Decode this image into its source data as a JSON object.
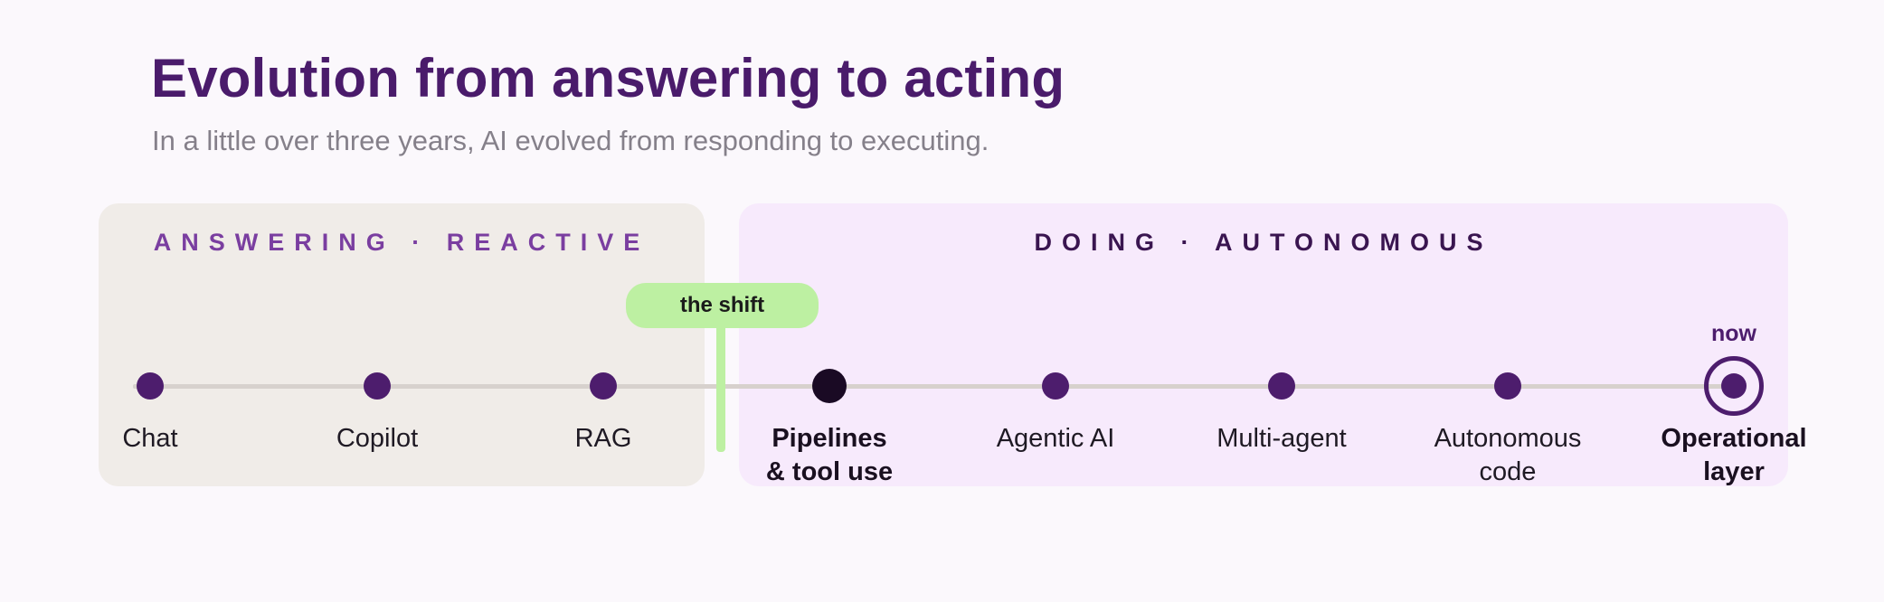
{
  "title": "Evolution from answering to acting",
  "subtitle": "In a little over three years, AI evolved from responding to executing.",
  "panels": {
    "left": {
      "label": "ANSWERING · REACTIVE",
      "bg_color": "#f0ece8"
    },
    "right": {
      "label": "DOING · AUTONOMOUS",
      "bg_color": "#f7eafc"
    }
  },
  "shift": {
    "label": "the shift",
    "color": "#bdf0a2"
  },
  "milestones": [
    {
      "label": "Chat",
      "emphasis": false
    },
    {
      "label": "Copilot",
      "emphasis": false
    },
    {
      "label": "RAG",
      "emphasis": false
    },
    {
      "label": "Pipelines\n& tool use",
      "emphasis": true
    },
    {
      "label": "Agentic AI",
      "emphasis": false
    },
    {
      "label": "Multi-agent",
      "emphasis": false
    },
    {
      "label": "Autonomous\ncode",
      "emphasis": false
    },
    {
      "label": "Operational\nlayer",
      "emphasis": true,
      "marker": "now"
    }
  ],
  "now_label": "now",
  "colors": {
    "accent": "#4a1b6b",
    "dot": "#4d1d6d",
    "dot_dark": "#1a0a24",
    "timeline": "#d7d1cd"
  }
}
